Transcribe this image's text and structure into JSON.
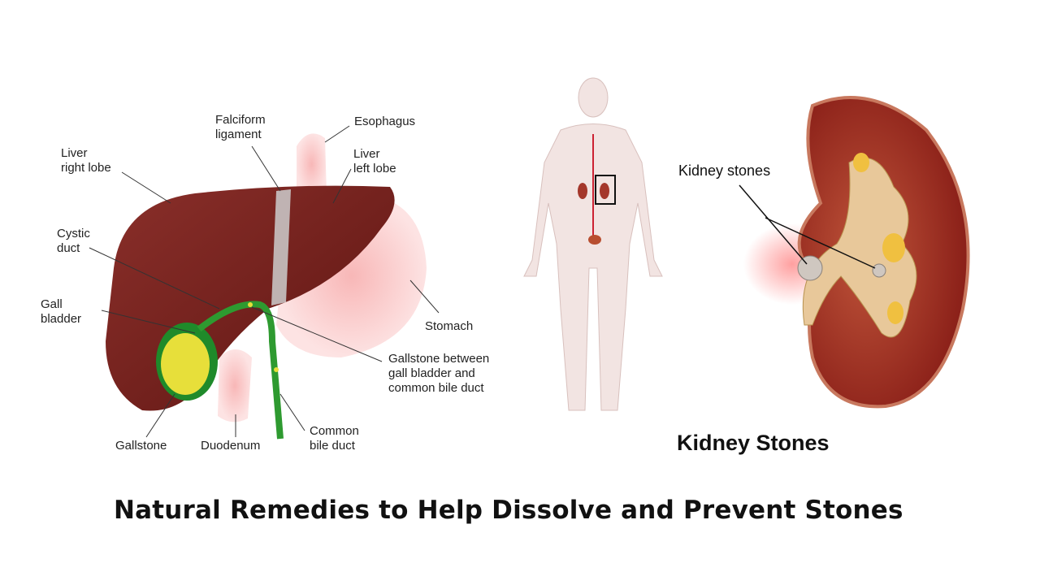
{
  "gallbladder_diagram": {
    "labels": {
      "liver_right_lobe": "Liver\nright lobe",
      "falciform_ligament": "Falciform\nligament",
      "esophagus": "Esophagus",
      "liver_left_lobe": "Liver\nleft lobe",
      "cystic_duct": "Cystic\nduct",
      "gall_bladder": "Gall\nbladder",
      "stomach": "Stomach",
      "gallstone_between": "Gallstone between\ngall bladder and\ncommon bile duct",
      "gallstone": "Gallstone",
      "duodenum": "Duodenum",
      "common_bile_duct": "Common\nbile duct"
    }
  },
  "kidney_diagram": {
    "label": "Kidney stones",
    "caption": "Kidney Stones"
  },
  "title": "Natural Remedies to Help Dissolve and Prevent Stones"
}
